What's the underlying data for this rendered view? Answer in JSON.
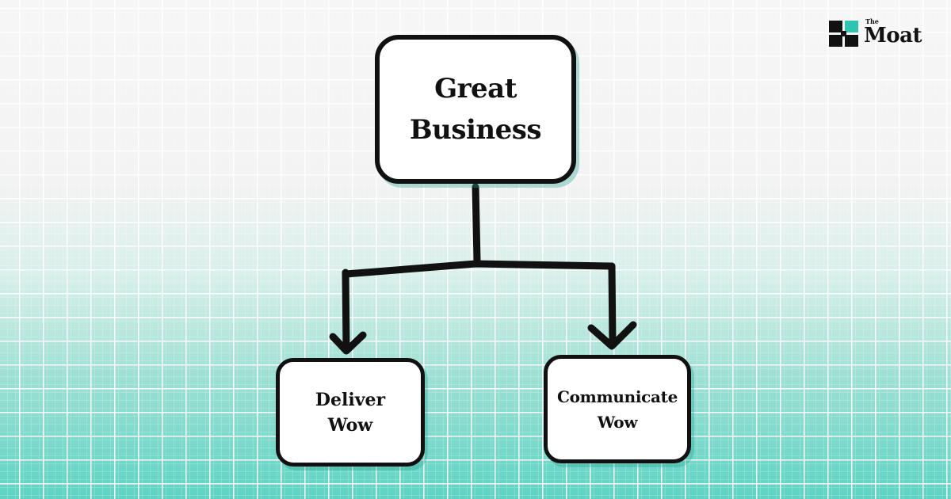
{
  "diagram": {
    "root": {
      "label": "Great\nBusiness"
    },
    "children": [
      {
        "label": "Deliver\nWow"
      },
      {
        "label": "Communicate\nWow"
      }
    ]
  },
  "brand": {
    "small_word": "The",
    "name": "Moat",
    "accent_color": "#2ec4b0",
    "dark_color": "#111111"
  },
  "colors": {
    "background_top": "#f4f4f4",
    "background_bottom": "#5dd3c3",
    "box_fill": "#ffffff",
    "box_border": "#111111"
  }
}
